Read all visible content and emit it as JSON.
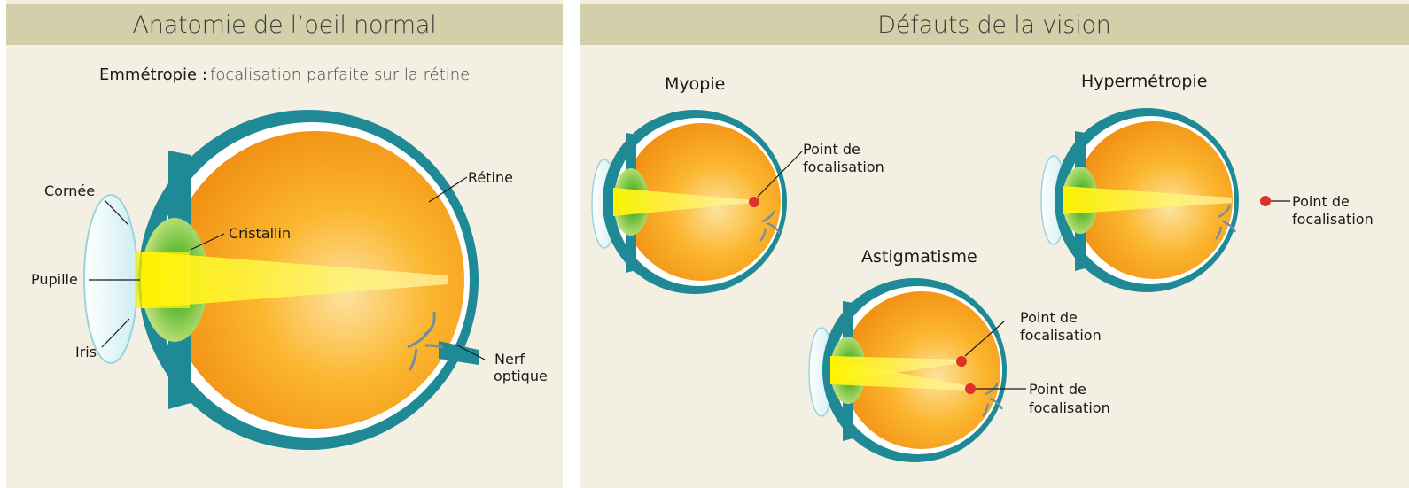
{
  "left_header": "Anatomie de l’oeil normal",
  "right_header": "Défauts de la vision",
  "emmetropie": {
    "term": "Emmétropie :",
    "description": "focalisation parfaite sur la rétine"
  },
  "labels": {
    "cornee": "Cornée",
    "cristallin": "Cristallin",
    "pupille": "Pupille",
    "iris": "Iris",
    "retine": "Rétine",
    "nerf_line1": "Nerf",
    "nerf_line2": "optique"
  },
  "myopie": {
    "title": "Myopie",
    "focus_line1": "Point de",
    "focus_line2": "focalisation"
  },
  "hypermetropie": {
    "title": "Hypermétropie",
    "focus_line1": "Point de",
    "focus_line2": "focalisation"
  },
  "astigmatisme": {
    "title": "Astigmatisme",
    "focus1_line1": "Point de",
    "focus1_line2": "focalisation",
    "focus2_line1": "Point de",
    "focus2_line2": "focalisation"
  },
  "colors": {
    "panel_bg": "#f4efe3",
    "header_bg": "#d2cfaa",
    "sclera": "#1f8a96",
    "vitreous": "#f7a41e",
    "lens": "#8cc63f",
    "light_beam": "#fff200",
    "focus_point": "#e0302b"
  }
}
